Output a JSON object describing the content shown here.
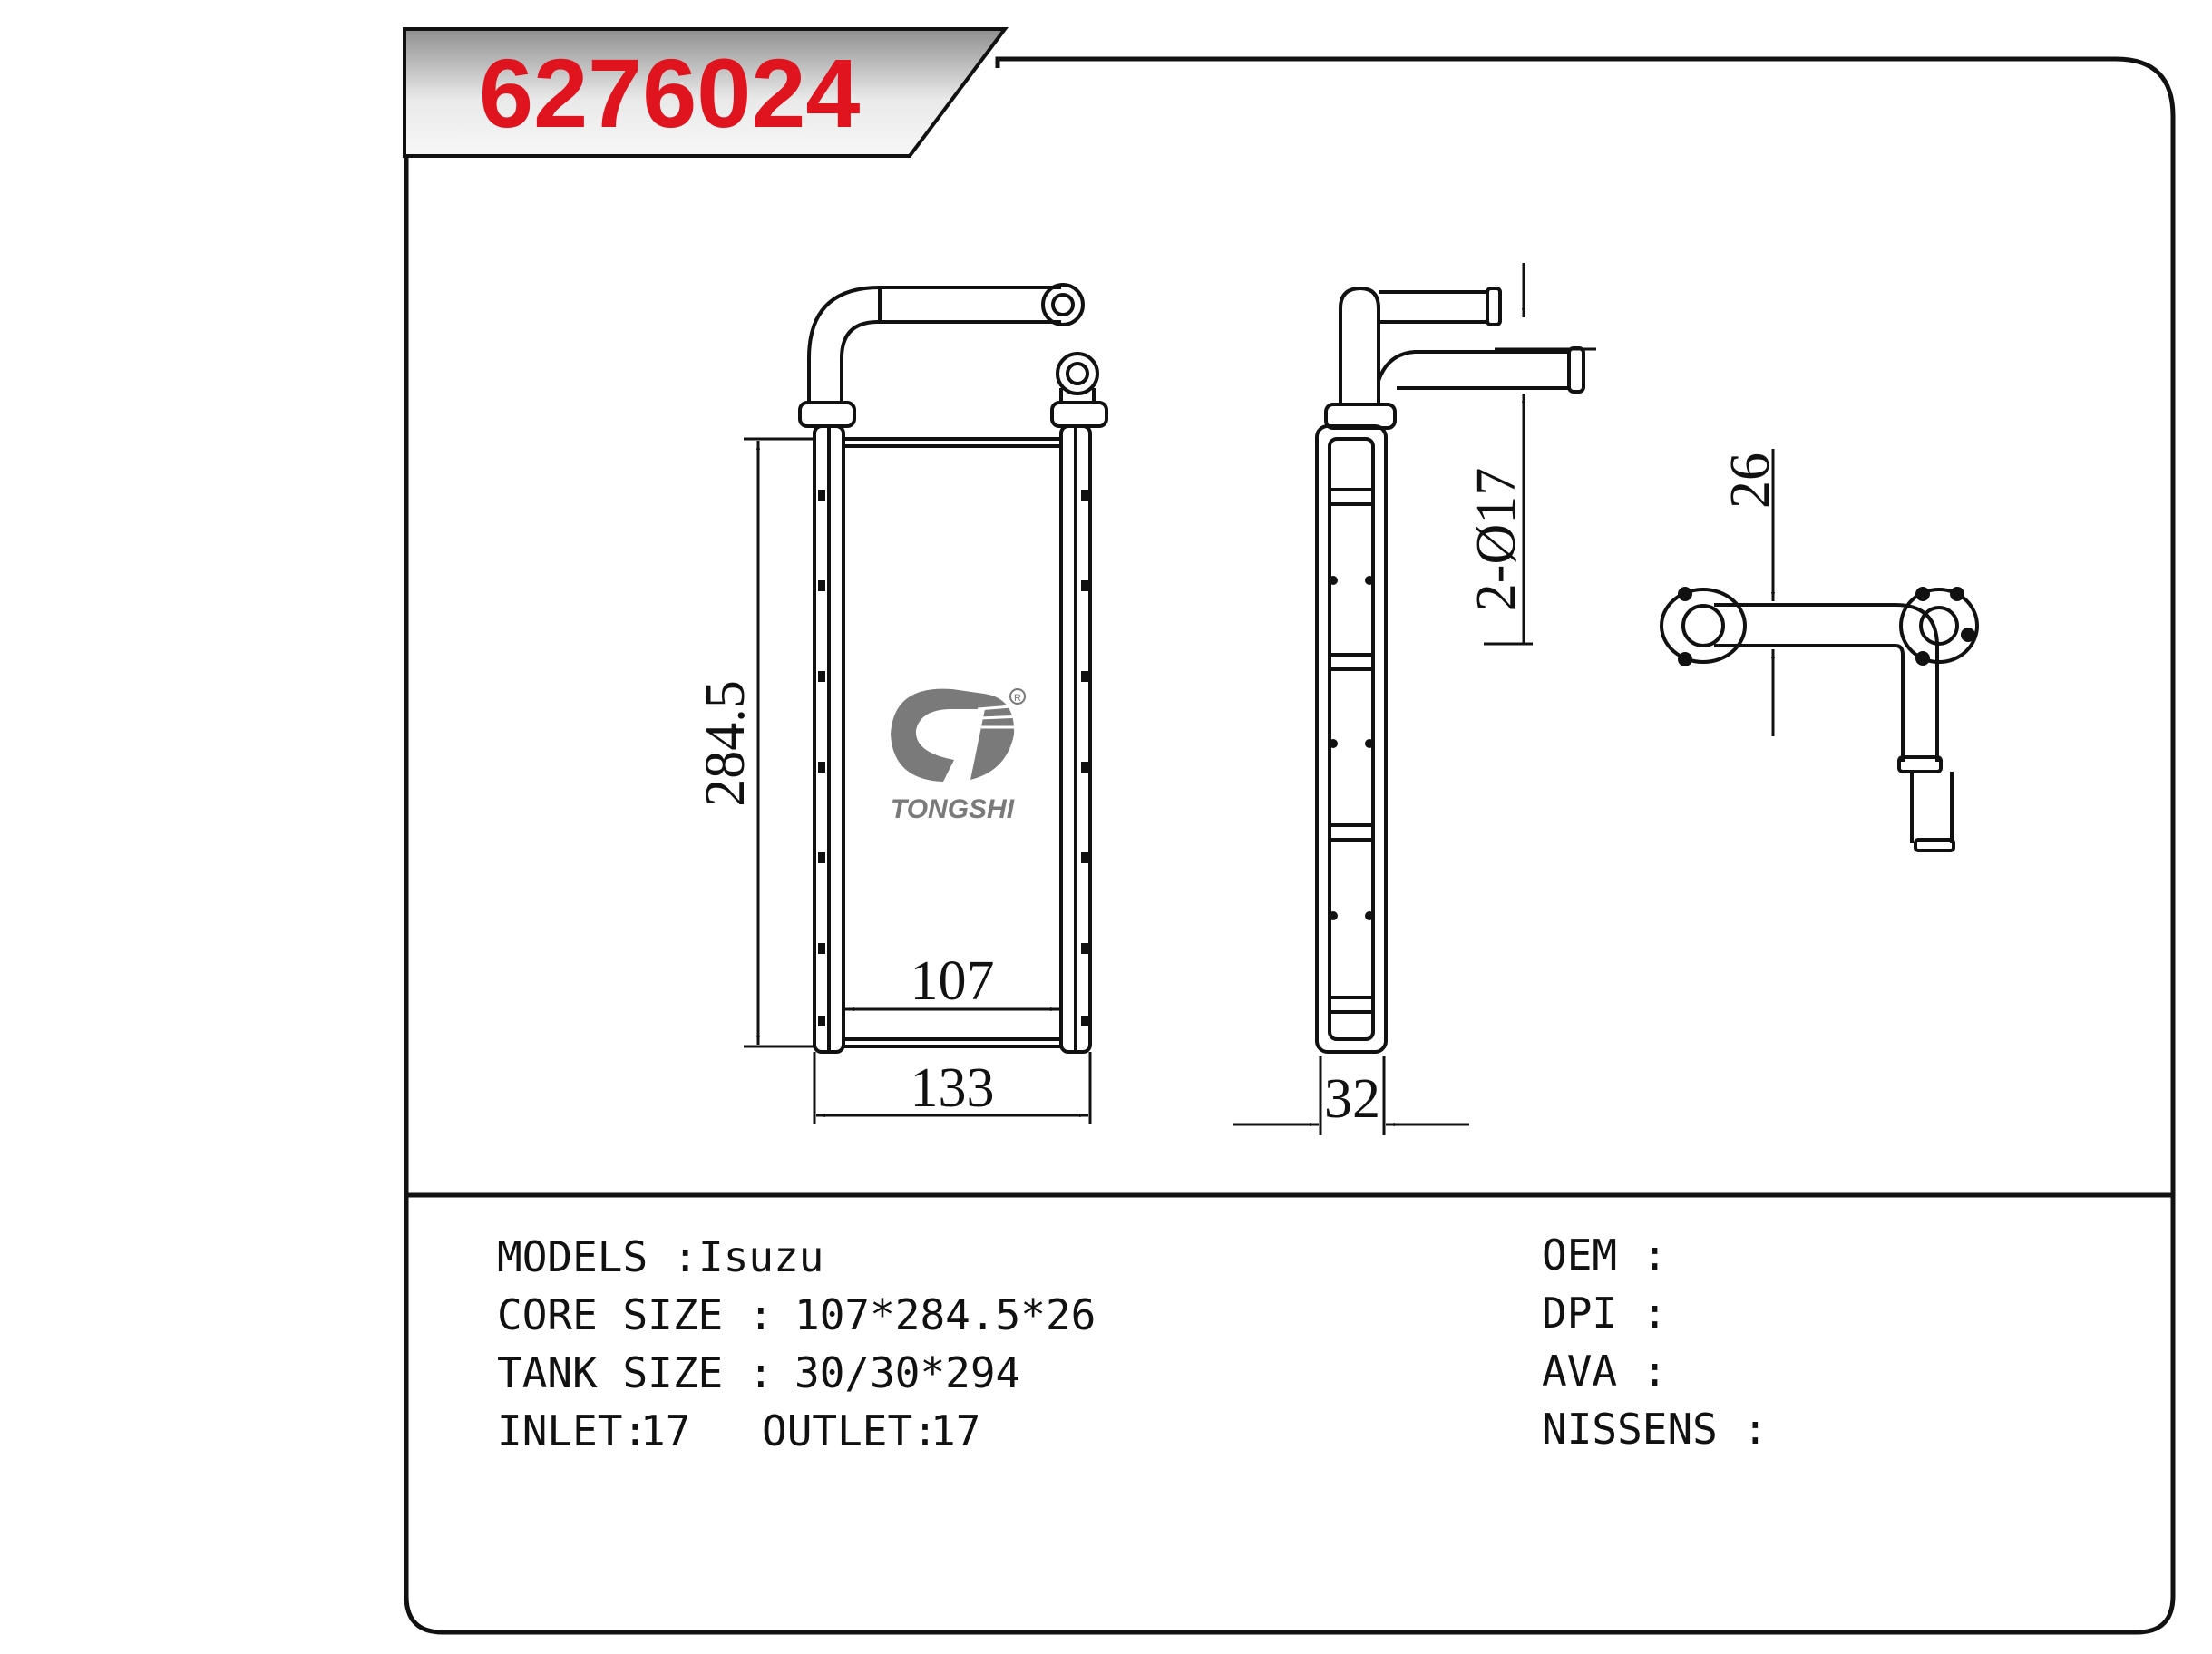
{
  "header": {
    "part_number": "6276024",
    "part_number_color": "#e0141e",
    "banner_gradient": [
      "#8f8f8f",
      "#f2f2f2"
    ]
  },
  "brand": {
    "logo_text": "TONGSHI",
    "logo_color": "#7a7a7a",
    "registered_mark": "R"
  },
  "dimensions": {
    "height": "284.5",
    "core_width": "107",
    "overall_width": "133",
    "thickness": "32",
    "pipe_diameter": "2-Ø17",
    "pipe_spacing": "26"
  },
  "specs": {
    "models_label": "MODELS :",
    "models_value": "Isuzu",
    "core_size_label": "CORE SIZE :",
    "core_size_value": "107*284.5*26",
    "tank_size_label": "TANK SIZE :",
    "tank_size_value": "30/30*294",
    "inlet_label": "INLET:",
    "inlet_value": "17",
    "outlet_label": "OUTLET:",
    "outlet_value": "17",
    "oem_label": "OEM :",
    "oem_value": "",
    "dpi_label": "DPI :",
    "dpi_value": "",
    "ava_label": "AVA :",
    "ava_value": "",
    "nissens_label": "NISSENS :",
    "nissens_value": ""
  }
}
